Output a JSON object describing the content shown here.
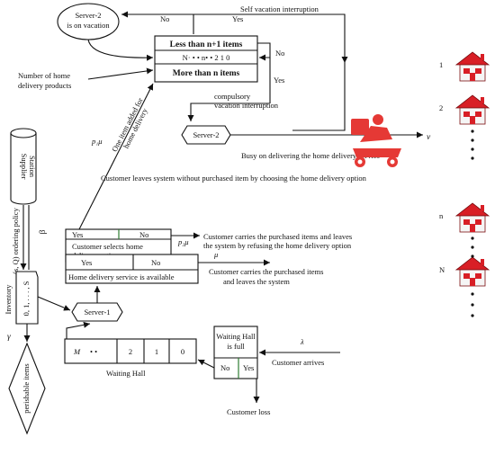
{
  "server2": {
    "vacation_bubble": [
      "Server-2",
      "is on vacation"
    ],
    "name": "Server-2",
    "busy_label": "Busy on delivering the home delivery service",
    "output_rate": "ν"
  },
  "top_flow": {
    "no_label": "No",
    "yes_label": "Yes",
    "self_vacation": "Self vacation interruption",
    "compulsory": [
      "compulsory",
      "vacation interruption"
    ]
  },
  "decision": {
    "top": "Less than n+1 items",
    "queue": "N· • • n• • 2 1 0",
    "bottom": "More than n items",
    "no_label": "No",
    "yes_label": "Yes"
  },
  "home_delivery_products": [
    "Number of home",
    "delivery products"
  ],
  "supplier": [
    "Supplier",
    "Station"
  ],
  "policy": "(s, Q) ordering policy",
  "beta": "β",
  "inventory": {
    "label": "Inventory",
    "levels": "0, 1, . . . , S"
  },
  "gamma": "γ",
  "perishable": "perishable items",
  "one_item_added": [
    "One item added for",
    "home delivery"
  ],
  "p1mu": "p₁μ",
  "leaves_text": "Customer leaves system without purchased item  by choosing  the home delivery option",
  "select_box": {
    "yes": "Yes",
    "no": "No",
    "label": [
      "Customer selects home",
      "delivery option"
    ]
  },
  "p2mu": "p₂μ",
  "refuse_text": [
    "Customer carries the purchased items and leaves",
    "the system by refusing the home delivery option"
  ],
  "mu": "μ",
  "avail_box": {
    "yes": "Yes",
    "no": "No",
    "label": "Home delivery service is available"
  },
  "carry_text": [
    "Customer carries the purchased items",
    "and leaves the system"
  ],
  "server1": "Server-1",
  "waiting_hall": {
    "cells": [
      "M",
      "• •",
      "2",
      "1",
      "0"
    ],
    "label": "Waiting Hall"
  },
  "full_box": {
    "title": [
      "Waiting Hall",
      "is full"
    ],
    "no": "No",
    "yes": "Yes"
  },
  "lambda": "λ",
  "arrives": "Customer arrives",
  "loss": "Customer loss",
  "houses": {
    "labels": [
      "1",
      "2",
      "n",
      "N"
    ],
    "roof_color": "#d81f26",
    "wall_color": "#f5f5f5"
  },
  "scooter_color": "#e53935"
}
